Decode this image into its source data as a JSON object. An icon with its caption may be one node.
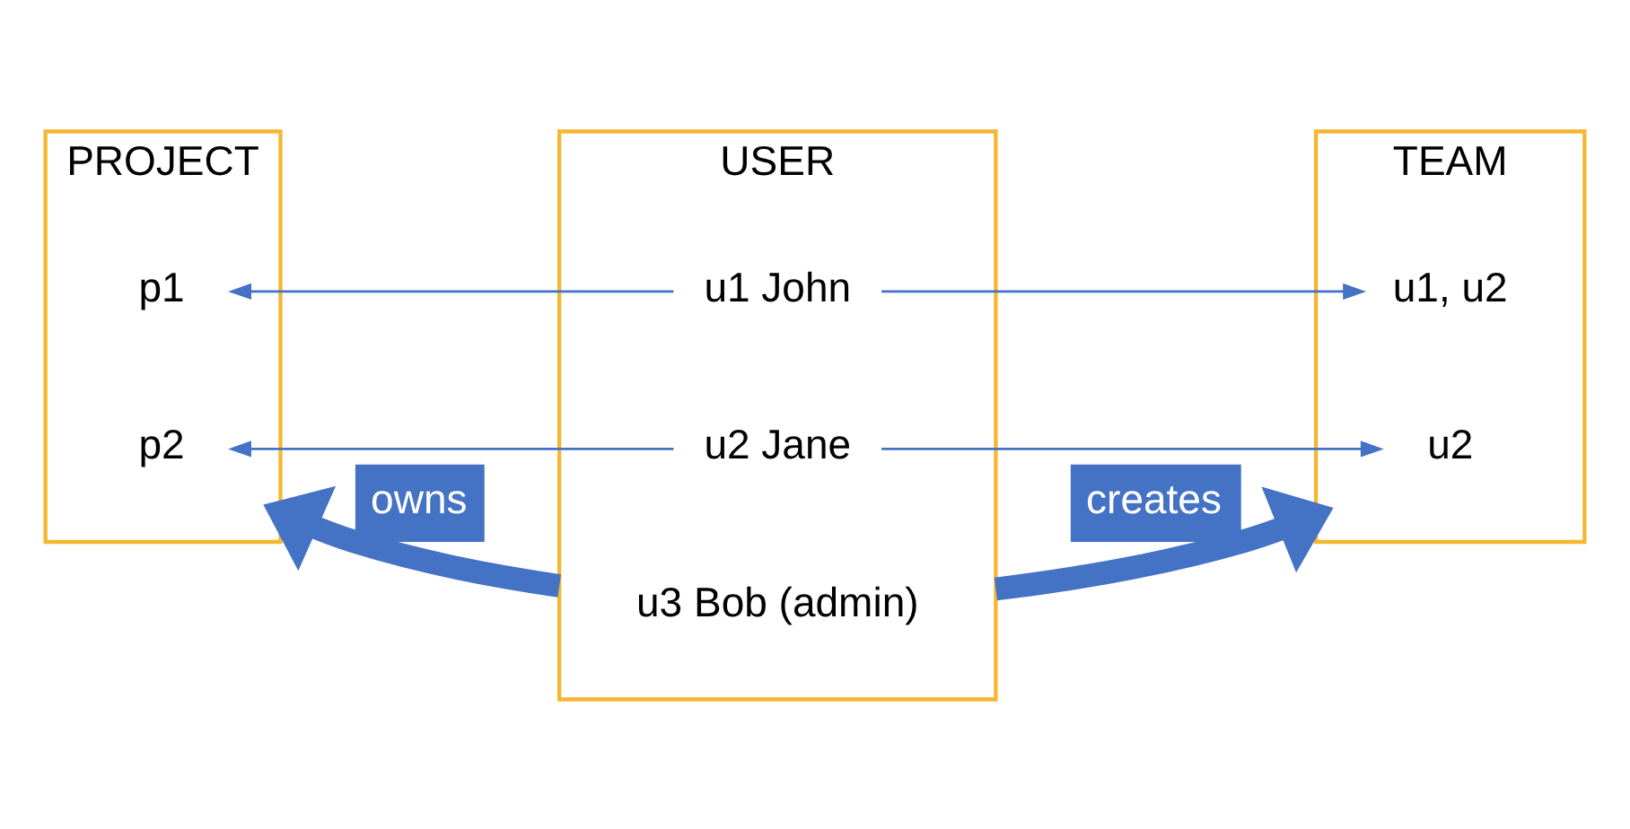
{
  "diagram": {
    "nodes": [
      {
        "text": [
          "PROJECT"
        ]
      },
      {
        "text": [
          "p1"
        ],
        "in": 0
      },
      {
        "text": [
          "p2"
        ],
        "in": 0
      },
      {
        "text": [
          "USER"
        ]
      },
      {
        "text": [
          "u1 John"
        ],
        "in": 3
      },
      {
        "text": [
          "u2 Jane"
        ],
        "in": 3
      },
      {
        "text": [
          "u3 Bob (admin)"
        ],
        "in": 3
      },
      {
        "text": [
          "TEAM"
        ]
      },
      {
        "text": [
          "u1, u2"
        ],
        "in": 7
      },
      {
        "text": [
          "u2"
        ],
        "in": 7
      }
    ],
    "edges": [
      {
        "from": 3,
        "to": 0,
        "arrow": "to",
        "label": "owns",
        "style": "thick"
      },
      {
        "from": 3,
        "to": 7,
        "arrow": "to",
        "label": "creates",
        "style": "thick"
      },
      {
        "from": 4,
        "to": 1,
        "arrow": "to"
      },
      {
        "from": 5,
        "to": 2,
        "arrow": "to"
      },
      {
        "from": 4,
        "to": 8,
        "arrow": "to"
      },
      {
        "from": 5,
        "to": 9,
        "arrow": "to"
      }
    ]
  }
}
